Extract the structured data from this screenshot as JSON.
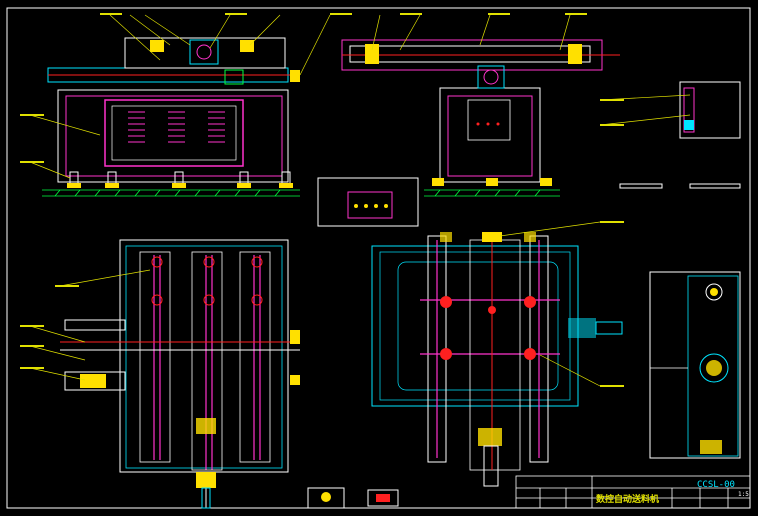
{
  "drawing": {
    "title_name": "数控自动送料机",
    "drawing_code": "CCSL-00",
    "sheet": "1:5"
  },
  "colors": {
    "background": "#000000",
    "frame": "#ffffff",
    "outline": "#ffffff",
    "cyan": "#00e5ff",
    "magenta": "#ff33cc",
    "red": "#ff2020",
    "yellow": "#ffe000",
    "green": "#00ff40",
    "leader": "#e0e000"
  }
}
